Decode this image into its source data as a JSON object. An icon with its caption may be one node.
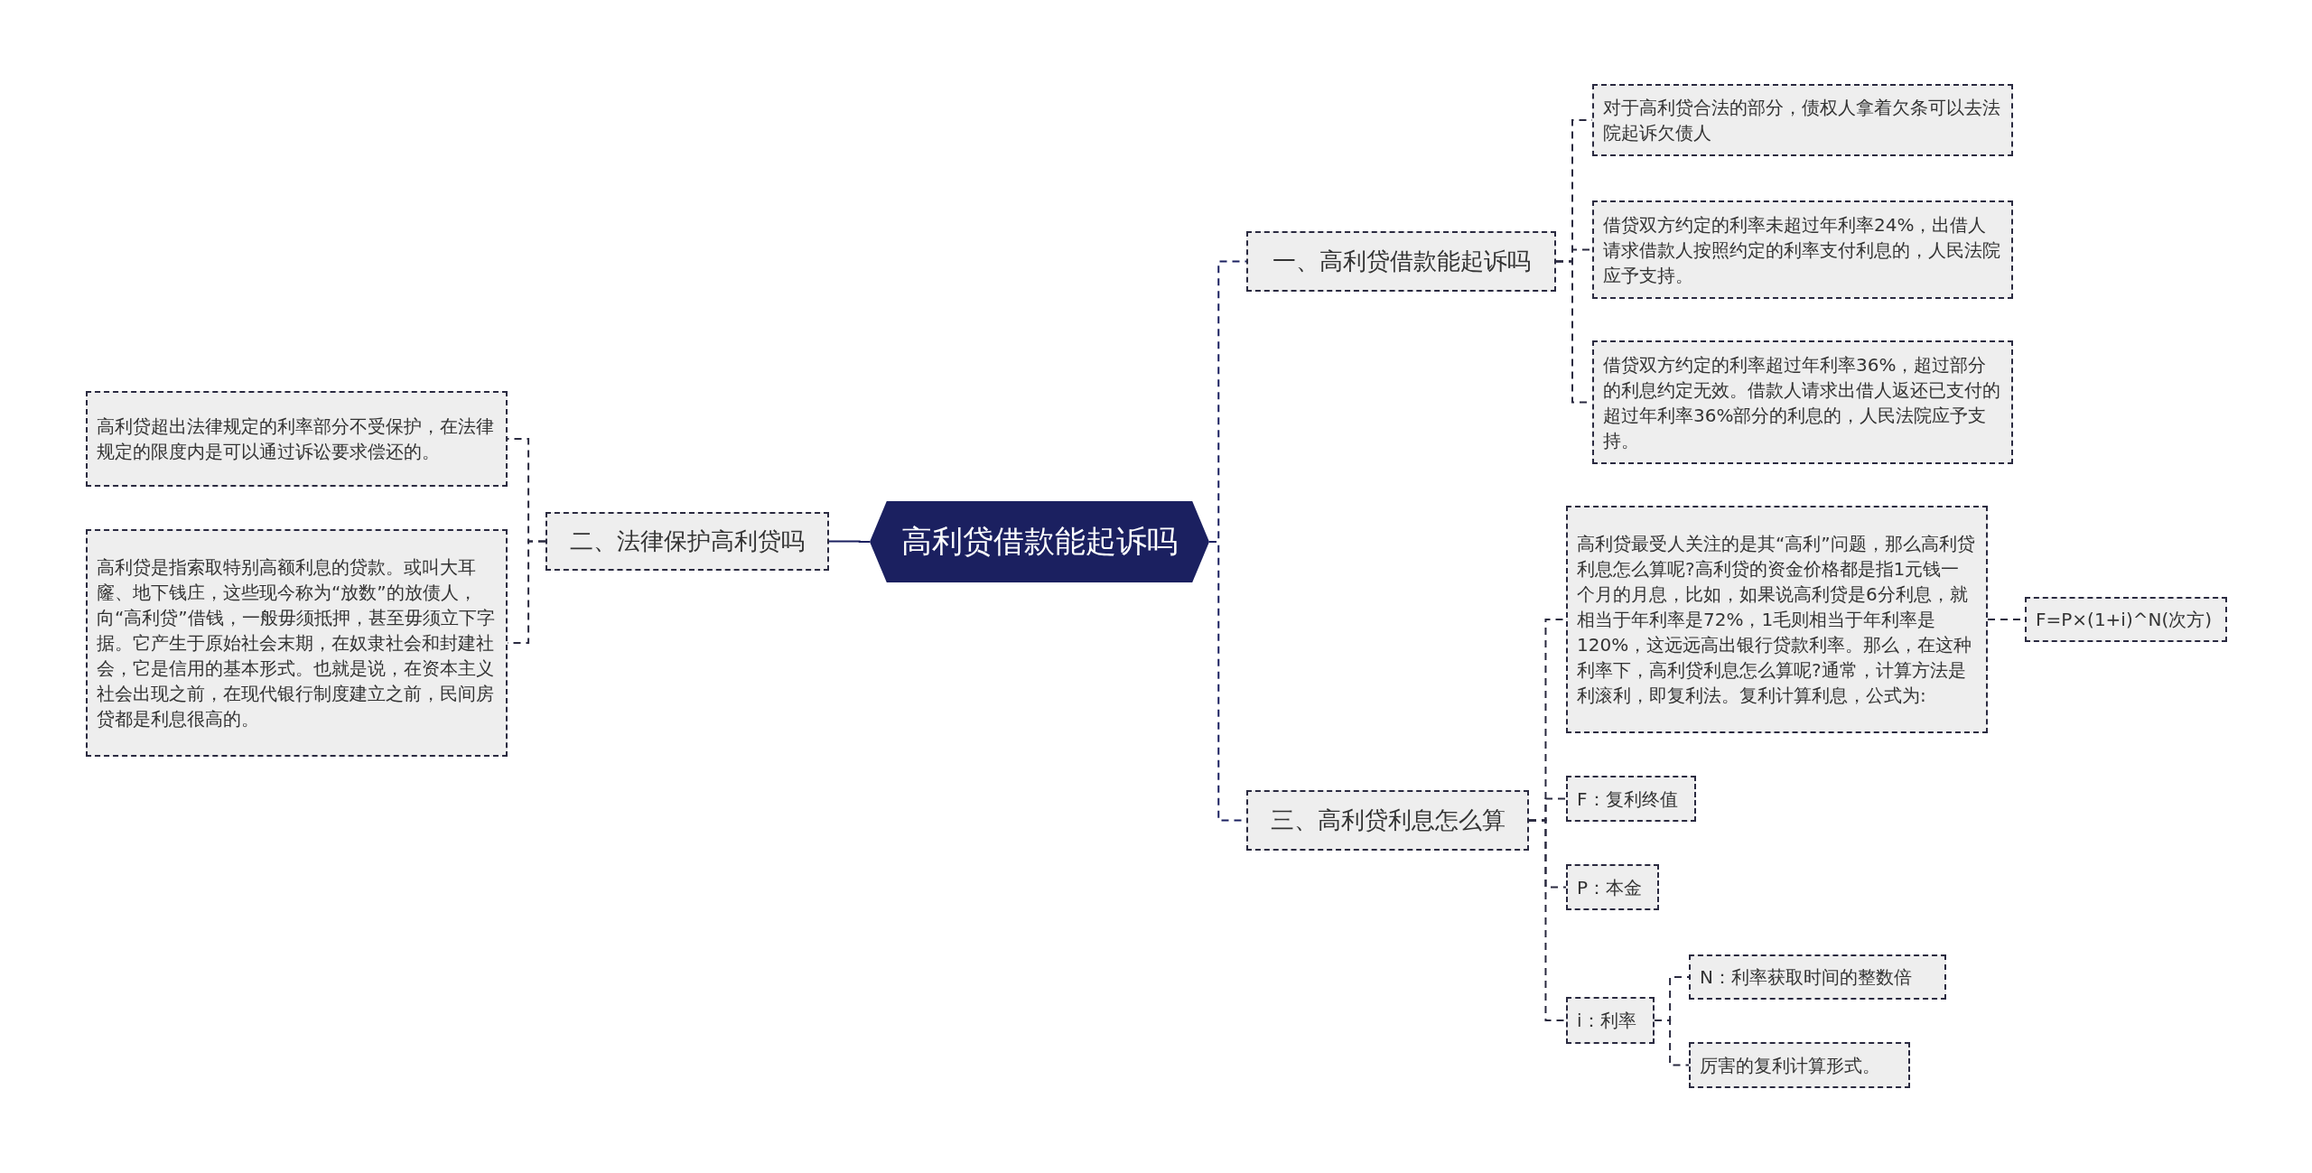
{
  "diagram": {
    "nodes": [
      {
        "text": [
          "高利贷借款能起诉吗"
        ]
      },
      {
        "text": [
          "一、高利贷借款能起诉吗"
        ]
      },
      {
        "text": [
          "对于高利贷合法的部分，债权人拿着欠条可以去法院起诉欠债人"
        ]
      },
      {
        "text": [
          "借贷双方约定的利率未超过年利率24%，出借人请求借款人按照约定的利率支付利息的，人民法院应予支持。"
        ]
      },
      {
        "text": [
          "借贷双方约定的利率超过年利率36%，超过部分的利息约定无效。借款人请求出借人返还已支付的超过年利率36%部分的利息的，人民法院应予支持。"
        ]
      },
      {
        "text": [
          "二、法律保护高利贷吗"
        ]
      },
      {
        "text": [
          "高利贷超出法律规定的利率部分不受保护，在法律规定的限度内是可以通过诉讼要求偿还的。"
        ]
      },
      {
        "text": [
          "高利贷是指索取特别高额利息的贷款。或叫大耳窿、地下钱庄，这些现今称为“放数”的放债人，向“高利贷”借钱，一般毋须抵押，甚至毋须立下字据。它产生于原始社会末期，在奴隶社会和封建社会，它是信用的基本形式。也就是说，在资本主义社会出现之前，在现代银行制度建立之前，民间房贷都是利息很高的。"
        ]
      },
      {
        "text": [
          "三、高利贷利息怎么算"
        ]
      },
      {
        "text": [
          "高利贷最受人关注的是其“高利”问题，那么高利贷利息怎么算呢?高利贷的资金价格都是指1元钱一个月的月息，比如，如果说高利贷是6分利息，就相当于年利率是72%，1毛则相当于年利率是120%，这远远高出银行贷款利率。那么，在这种利率下，高利贷利息怎么算呢?通常，计算方法是利滚利，即复利法。复利计算利息，公式为:"
        ]
      },
      {
        "text": [
          "F=P×(1+i)^N(次方)"
        ]
      },
      {
        "text": [
          "F：复利终值"
        ]
      },
      {
        "text": [
          "P：本金"
        ]
      },
      {
        "text": [
          "i：利率"
        ]
      },
      {
        "text": [
          "N：利率获取时间的整数倍"
        ]
      },
      {
        "text": [
          "厉害的复利计算形式。"
        ]
      }
    ],
    "edges": [
      {
        "from": 0,
        "to": 1,
        "arrow": "none",
        "style": "dashed",
        "color": "#1b2060"
      },
      {
        "from": 1,
        "to": 2,
        "arrow": "none",
        "style": "dashed"
      },
      {
        "from": 1,
        "to": 3,
        "arrow": "none",
        "style": "dashed"
      },
      {
        "from": 1,
        "to": 4,
        "arrow": "none",
        "style": "dashed"
      },
      {
        "from": 0,
        "to": 5,
        "arrow": "none",
        "color": "#1b2060"
      },
      {
        "from": 5,
        "to": 6,
        "arrow": "none",
        "style": "dashed"
      },
      {
        "from": 5,
        "to": 7,
        "arrow": "none",
        "style": "dashed"
      },
      {
        "from": 0,
        "to": 8,
        "arrow": "none",
        "style": "dashed",
        "color": "#1b2060"
      },
      {
        "from": 8,
        "to": 9,
        "arrow": "none",
        "style": "dashed"
      },
      {
        "from": 9,
        "to": 10,
        "arrow": "none",
        "style": "dashed"
      },
      {
        "from": 8,
        "to": 11,
        "arrow": "none",
        "style": "dashed"
      },
      {
        "from": 8,
        "to": 12,
        "arrow": "none",
        "style": "dashed"
      },
      {
        "from": 8,
        "to": 13,
        "arrow": "none",
        "style": "dashed"
      },
      {
        "from": 13,
        "to": 14,
        "arrow": "none",
        "style": "dashed"
      },
      {
        "from": 13,
        "to": 15,
        "arrow": "none",
        "style": "dashed"
      }
    ]
  }
}
